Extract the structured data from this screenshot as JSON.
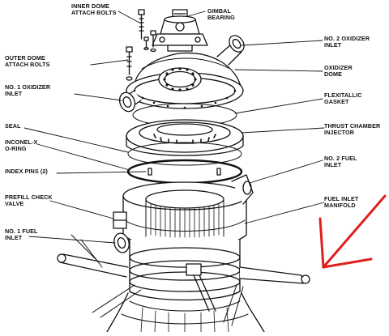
{
  "colors": {
    "ink": "#111111",
    "paper": "#ffffff",
    "arrow": "#e0201c"
  },
  "labels": {
    "inner_dome_attach_bolts": "INNER DOME\nATTACH BOLTS",
    "gimbal_bearing": "GIMBAL\nBEARING",
    "no2_oxidizer_inlet": "NO. 2 OXIDIZER\nINLET",
    "outer_dome_attach_bolts": "OUTER DOME\nATTACH BOLTS",
    "oxidizer_dome": "OXIDIZER\nDOME",
    "no1_oxidizer_inlet": "NO. 1 OXIDIZER\nINLET",
    "flexitallic_gasket": "FLEXITALLIC\nGASKET",
    "seal": "SEAL",
    "thrust_chamber_injector": "THRUST CHAMBER\nINJECTOR",
    "inconel_x_o_ring": "INCONEL-X\nO-RING",
    "index_pins": "INDEX PINS (2)",
    "no2_fuel_inlet": "NO. 2 FUEL\nINLET",
    "prefill_check_valve": "PREFILL CHECK\nVALVE",
    "fuel_inlet_manifold": "FUEL INLET\nMANIFOLD",
    "no1_fuel_inlet": "NO. 1 FUEL\nINLET"
  }
}
